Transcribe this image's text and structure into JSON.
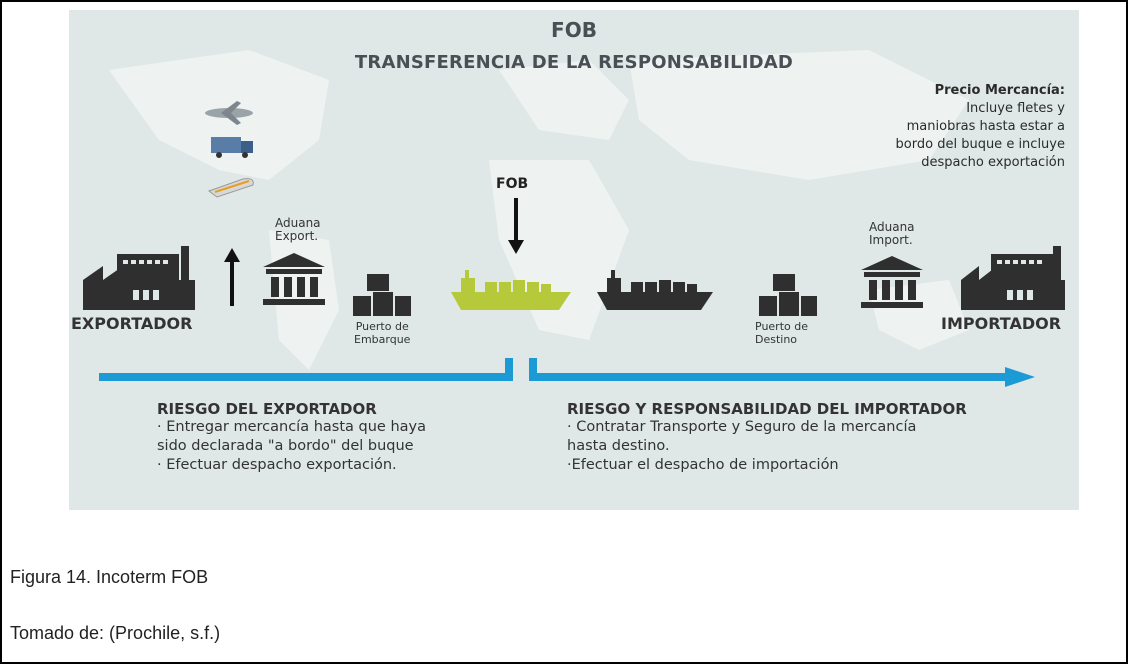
{
  "diagram": {
    "title": "FOB",
    "subtitle": "TRANSFERENCIA DE LA RESPONSABILIDAD",
    "price_title": "Precio Mercancía:",
    "price_lines": [
      "Incluye fletes y",
      "maniobras hasta estar a",
      "bordo del buque e incluye",
      "despacho exportación"
    ],
    "fob_marker": "FOB",
    "aduana_export": [
      "Aduana",
      "Export."
    ],
    "aduana_import": [
      "Aduana",
      "Import."
    ],
    "exportador": "EXPORTADOR",
    "importador": "IMPORTADOR",
    "puerto_embarque": [
      "Puerto de",
      "Embarque"
    ],
    "puerto_destino": [
      "Puerto de",
      "Destino"
    ],
    "risk_exporter": {
      "title": "RIESGO DEL EXPORTADOR",
      "lines": [
        "· Entregar mercancía hasta que haya",
        "sido declarada \"a bordo\" del buque",
        "· Efectuar despacho exportación."
      ]
    },
    "risk_importer": {
      "title": "RIESGO Y RESPONSABILIDAD DEL IMPORTADOR",
      "lines": [
        "· Contratar Transporte y Seguro de la mercancía",
        "hasta destino.",
        "·Efectuar el despacho de importación"
      ]
    },
    "colors": {
      "arrow_blue": "#1b9ad6",
      "ship_green": "#b5c93b",
      "dark": "#2f2f2f",
      "panel_bg": "#dfe8e7"
    }
  },
  "caption": {
    "figure": "Figura 14. Incoterm FOB",
    "source": "Tomado de: (Prochile, s.f.)"
  }
}
